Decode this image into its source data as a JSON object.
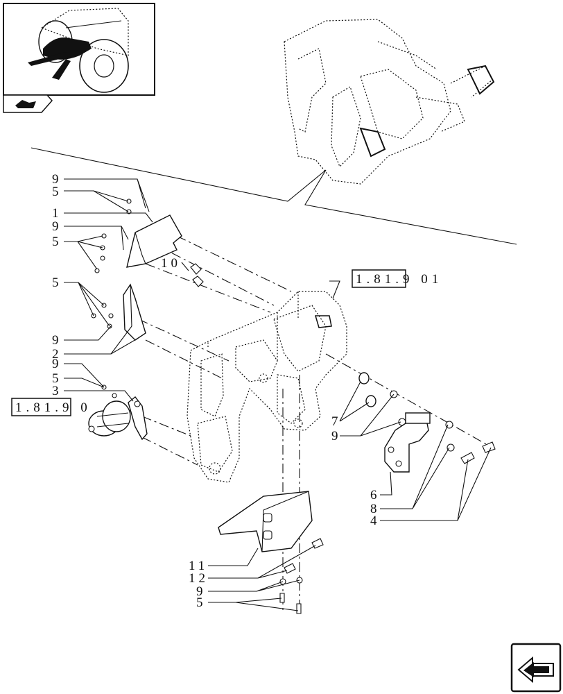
{
  "references": {
    "ref_upper": "1.81.9 01",
    "ref_left": "1.81.9 0"
  },
  "callouts": {
    "c9a": "9",
    "c5a": "5",
    "c1": "1",
    "c9b": "9",
    "c5b": "5",
    "c10": "10",
    "c5c": "5",
    "c9c": "9",
    "c2": "2",
    "c9d": "9",
    "c5d": "5",
    "c3": "3",
    "c7": "7",
    "c9e": "9",
    "c6": "6",
    "c8": "8",
    "c4": "4",
    "c11": "11",
    "c12": "12",
    "c9f": "9",
    "c5e": "5"
  },
  "icons": {
    "thumbnail": "tractor-thumbnail-icon",
    "category": "folder-tab-icon",
    "navigation": "next-page-arrow-icon"
  }
}
